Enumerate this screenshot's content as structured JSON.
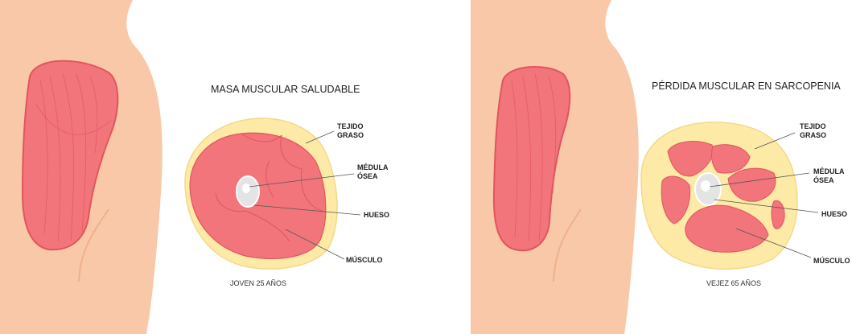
{
  "colors": {
    "skin": "#f8c8a8",
    "skin_shadow": "#f2b591",
    "muscle": "#f2757b",
    "muscle_dark": "#e1555d",
    "fat": "#fdeaa6",
    "fat_edge": "#f3d98a",
    "bone": "#e4e4e4"
  },
  "panels": [
    {
      "title": "MASA MUSCULAR SALUDABLE",
      "caption": "JOVEN 25 AÑOS",
      "labels": {
        "fat": [
          "TEJIDO",
          "GRASO"
        ],
        "marrow": [
          "MÉDULA",
          "ÓSEA"
        ],
        "bone": "HUESO",
        "muscle": "MÚSCULO"
      }
    },
    {
      "title": "PÉRDIDA MUSCULAR EN SARCOPENIA",
      "caption": "VEJEZ 65 AÑOS",
      "labels": {
        "fat": [
          "TEJIDO",
          "GRASO"
        ],
        "marrow": [
          "MÉDULA",
          "ÓSEA"
        ],
        "bone": "HUESO",
        "muscle": "MÚSCULO"
      }
    }
  ]
}
